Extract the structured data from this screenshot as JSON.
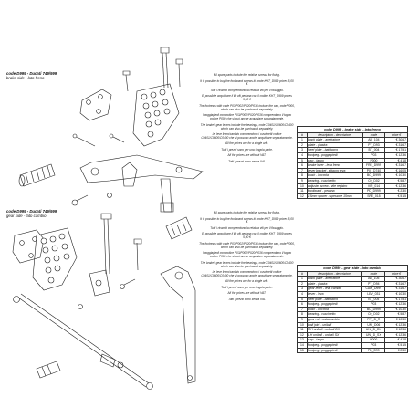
{
  "brake": {
    "code": "code D999 - Ducati 749/999",
    "subtitle": "brake side - lato freno",
    "notes": [
      "All spare parts include the relative screws for fixing.",
      "It is possible to buy the footboard screws kit code KHT_D999 prices 5,00 €",
      "Tutti i ricambi comprendono la relativa viti per il fissaggio.",
      "E' possibile acquistare il kit viti pedana con il codice KHT_D999 prices 5,00 €",
      "The footrests with code P03/P002/P020/P036 include the cap, code P000, which can also be purchased separately.",
      "I poggiapiedi con codice P03/P002/P020/P036 comprendono il tappo codice P000 che si può anche acquistare separatamente.",
      "The brake / gear levers include the bearings, code C0401/C0600/C0400 which can also be purchased separately.",
      "Le leve freno/cambio comprendono i cuscinetti codice C0401/C0600/C0400 che si possono anche acquistare separatamente.",
      "All the prices are for a single unit.",
      "Tutti i prezzi sono per una singola parte.",
      "All the prices are without VAT.",
      "Tutti i prezzi sono senza IVA."
    ],
    "table": {
      "title": "code D999 - brake side - lato freno",
      "headers": [
        "#",
        "description - descrizione",
        "code",
        "price €"
      ],
      "rows": [
        [
          "1",
          "back plate - arretratore",
          "AR_104",
          "€ 30,67"
        ],
        [
          "2",
          "plate - piastra",
          "PT_D93",
          "€ 31,67"
        ],
        [
          "3",
          "heel plate - battitacco",
          "BT_004",
          "€ 17,51"
        ],
        [
          "4",
          "footpeg - poggiapiedi",
          "P03",
          "€ 12,36"
        ],
        [
          "5",
          "cap - tappo",
          "P000",
          "€ 4,18"
        ],
        [
          "6",
          "brake lever - leva freno",
          "FRE_D999",
          "€ 31,67"
        ],
        [
          "7",
          "lever bracket - attacco leva",
          "PIV_D740",
          "€ 16,05"
        ],
        [
          "8",
          "bush - boccola",
          "BO_D999",
          "€ 10,30"
        ],
        [
          "9",
          "bearing - cuscinetto",
          "C0_D02",
          "€ 5,87"
        ],
        [
          "10",
          "adjuster screw - vite registro",
          "VIR_014",
          "€ 12,36"
        ],
        [
          "11",
          "footboard - pedana",
          "PD_D999",
          "€ 2,30"
        ],
        [
          "12",
          "15mm spacer - spessore 15mm",
          "SPE_015",
          "€ 5,15"
        ]
      ]
    }
  },
  "gear": {
    "code": "code D999 - Ducati 749/999",
    "subtitle": "gear side - lato cambio",
    "notes": [
      "All spare parts include the relative screws for fixing.",
      "It is possible to buy the footboard screws kit code KHT_D999 prices 5,00 €",
      "Tutti i ricambi comprendono la relativa viti per il fissaggio.",
      "E' possibile acquistare il kit viti pedana con il codice KHT_D999 prices 5,00 €",
      "The footrests with code P03/P002/P020/P036 include the cap, code P000, which can also be purchased separately.",
      "I poggiapiedi con codice P03/P002/P020/P036 comprendono il tappo codice P000 che si può anche acquistare separatamente.",
      "The brake / gear levers include the bearings, code C0401/C0600/C0400 which can also be purchased separately.",
      "Le leve freno/cambio comprendono i cuscinetti codice C0401/C0600/C0400 che si possono anche acquistare separatamente.",
      "All the prices are for a single unit.",
      "Tutti i prezzi sono per una singola parte.",
      "All the prices are without VAT.",
      "Tutti i prezzi sono senza IVA."
    ],
    "table": {
      "title": "code D999 - gear side - lato cambio",
      "headers": [
        "#",
        "description - descrizione",
        "code",
        "price €"
      ],
      "rows": [
        [
          "1",
          "back plate - arretratore",
          "AR_105",
          "€ 30,67"
        ],
        [
          "2",
          "plate - piastra",
          "PT_D94",
          "€ 31,67"
        ],
        [
          "3",
          "gear lever - leva cambio",
          "CAM_D999",
          "€ 31,67"
        ],
        [
          "4",
          "lever - leva",
          "LEV_031",
          "€ 10,30"
        ],
        [
          "5",
          "heel plate - battitacco",
          "BT_005",
          "€ 17,51"
        ],
        [
          "6",
          "footpeg - poggiapiedi",
          "P03",
          "€ 12,36"
        ],
        [
          "7",
          "bush - boccola",
          "BO_D999",
          "€ 10,30"
        ],
        [
          "8",
          "bearing - cuscinetto",
          "C0_D02",
          "€ 5,87"
        ],
        [
          "9",
          "gear rod - asta cambio",
          "PIV_D_R",
          "€ 10,30"
        ],
        [
          "10",
          "ball joint - uniball",
          "UNI_D06",
          "€ 12,36"
        ],
        [
          "11",
          "RH uniball - uniball DX",
          "UNI_D_DX",
          "€ 12,36"
        ],
        [
          "12",
          "LH uniball - uniball SX",
          "UNI_D_SX",
          "€ 12,36"
        ],
        [
          "13",
          "cap - tappo",
          "P000",
          "€ 4,18"
        ],
        [
          "14",
          "footpeg - poggiapiedi",
          "P03",
          "€ 5,15"
        ],
        [
          "15",
          "footpeg - poggiapiedi",
          "PD_D99",
          "€ 2,30"
        ]
      ]
    }
  },
  "colors": {
    "ink": "#111111",
    "line": "#333333"
  }
}
